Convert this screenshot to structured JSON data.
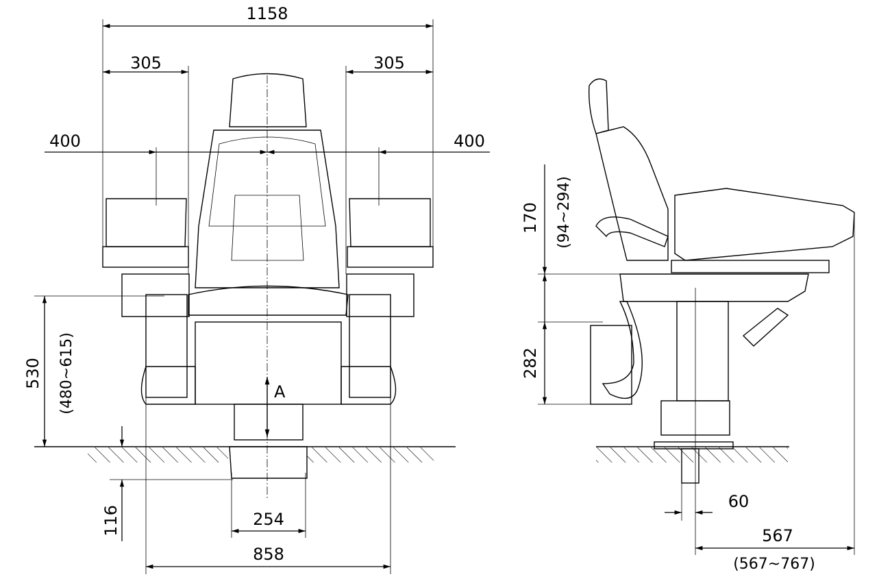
{
  "front_view": {
    "overall_width": "1158",
    "armrest_left_width": "305",
    "armrest_right_width": "305",
    "left_offset": "400",
    "right_offset": "400",
    "seat_height": "530",
    "seat_height_range": "(480~615)",
    "base_depth": "116",
    "base_width": "254",
    "frame_width": "858",
    "direction_label": "A"
  },
  "side_view": {
    "armrest_height": "170",
    "armrest_height_range": "(94~294)",
    "pedestal_height": "282",
    "post_width": "60",
    "depth": "567",
    "depth_range": "(567~767)"
  }
}
